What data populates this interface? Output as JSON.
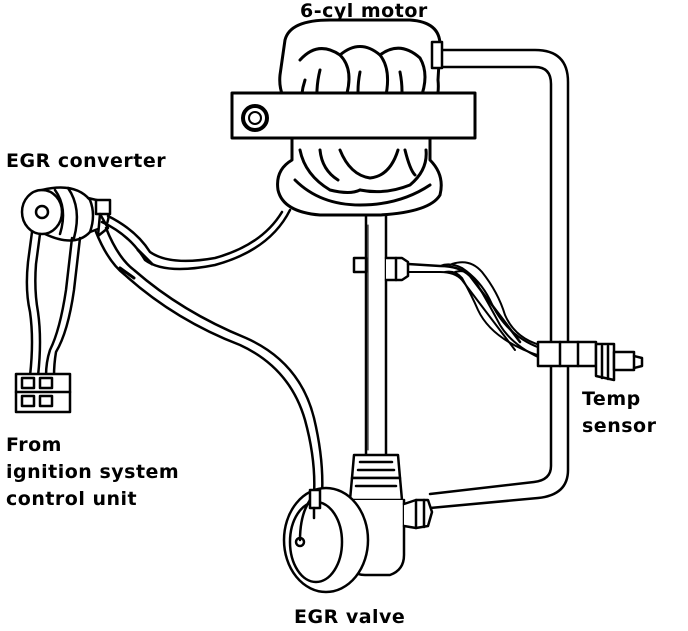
{
  "diagram": {
    "labels": {
      "motor": "6-cyl motor",
      "egr_converter": "EGR converter",
      "from_line1": "From",
      "from_line2": "ignition system",
      "from_line3": "control unit",
      "temp_line1": "Temp",
      "temp_line2": "sensor",
      "egr_valve": "EGR valve"
    },
    "colors": {
      "ink": "#000000",
      "paper": "#ffffff"
    }
  }
}
